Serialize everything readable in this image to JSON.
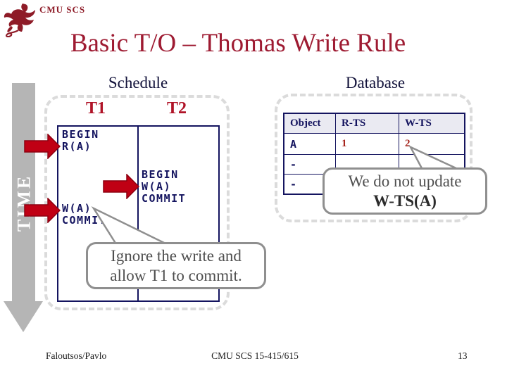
{
  "header": {
    "logo_text": "CMU SCS",
    "title": "Basic T/O – Thomas Write Rule"
  },
  "time_axis": {
    "label": "TIME"
  },
  "schedule": {
    "heading": "Schedule",
    "t1_label": "T1",
    "t2_label": "T2",
    "t1_ops": [
      "BEGIN",
      "R(A)",
      "W(A)",
      "COMMIT"
    ],
    "t2_ops": [
      "BEGIN",
      "W(A)",
      "COMMIT"
    ]
  },
  "database": {
    "heading": "Database",
    "table": {
      "headers": [
        "Object",
        "R-TS",
        "W-TS"
      ],
      "rows": [
        [
          "A",
          "1",
          "2"
        ],
        [
          "-",
          "",
          ""
        ],
        [
          "-",
          "",
          ""
        ]
      ]
    }
  },
  "callouts": {
    "wts": {
      "line1": "We do not update",
      "line2": "W-TS(A)"
    },
    "ignore": {
      "line1": "Ignore the write and",
      "line2": "allow T1 to commit."
    }
  },
  "footer": {
    "left": "Faloutsos/Pavlo",
    "center": "CMU SCS 15-415/615",
    "page": "13"
  },
  "colors": {
    "brand_red": "#9e1b32",
    "navy": "#14145f",
    "arrow_red": "#c00014",
    "time_gray": "#b5b5b5",
    "dashed_border": "#dbdbdb",
    "callout_border": "#8f8f8f",
    "timestamp_red": "#a6241c"
  }
}
